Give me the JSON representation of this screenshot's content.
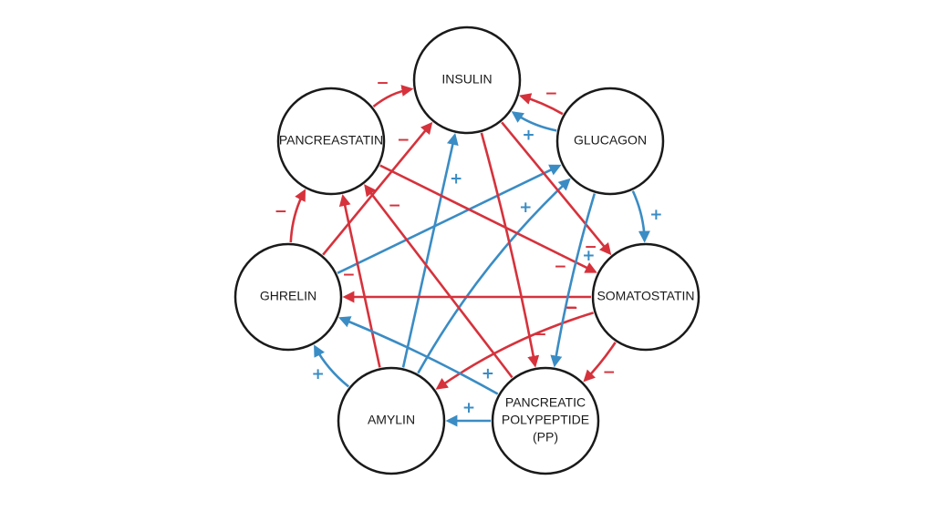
{
  "colors": {
    "inhibit": "#d6323c",
    "stimulate": "#3a8cc4",
    "node_stroke": "#1a1a1a"
  },
  "nodes": [
    {
      "id": "insulin",
      "lines": [
        "INSULIN"
      ]
    },
    {
      "id": "glucagon",
      "lines": [
        "GLUCAGON"
      ]
    },
    {
      "id": "somatostatin",
      "lines": [
        "SOMATOSTATIN"
      ]
    },
    {
      "id": "pp",
      "lines": [
        "PANCREATIC",
        "POLYPEPTIDE",
        "(PP)"
      ]
    },
    {
      "id": "amylin",
      "lines": [
        "AMYLIN"
      ]
    },
    {
      "id": "ghrelin",
      "lines": [
        "GHRELIN"
      ]
    },
    {
      "id": "pancreastatin",
      "lines": [
        "PANCREASTATIN"
      ]
    }
  ],
  "edges": [
    {
      "from": "pancreastatin",
      "to": "insulin",
      "sign": "−",
      "type": "inhibit"
    },
    {
      "from": "ghrelin",
      "to": "pancreastatin",
      "sign": "−",
      "type": "inhibit"
    },
    {
      "from": "glucagon",
      "to": "insulin",
      "sign": "+",
      "type": "stimulate"
    },
    {
      "from": "glucagon",
      "to": "insulin",
      "sign": "−",
      "type": "inhibit"
    },
    {
      "from": "glucagon",
      "to": "somatostatin",
      "sign": "+",
      "type": "stimulate"
    },
    {
      "from": "ghrelin",
      "to": "insulin",
      "sign": "−",
      "type": "inhibit"
    },
    {
      "from": "ghrelin",
      "to": "glucagon",
      "sign": "",
      "type": "stimulate"
    },
    {
      "from": "amylin",
      "to": "insulin",
      "sign": "+",
      "type": "stimulate"
    },
    {
      "from": "amylin",
      "to": "glucagon",
      "sign": "+",
      "type": "stimulate"
    },
    {
      "from": "amylin",
      "to": "pancreastatin",
      "sign": "−",
      "type": "inhibit"
    },
    {
      "from": "amylin",
      "to": "ghrelin",
      "sign": "+",
      "type": "stimulate"
    },
    {
      "from": "insulin",
      "to": "somatostatin",
      "sign": "−",
      "type": "inhibit"
    },
    {
      "from": "insulin",
      "to": "pp",
      "sign": "−",
      "type": "inhibit"
    },
    {
      "from": "pancreastatin",
      "to": "somatostatin",
      "sign": "−",
      "type": "inhibit"
    },
    {
      "from": "somatostatin",
      "to": "ghrelin",
      "sign": "−",
      "type": "inhibit"
    },
    {
      "from": "somatostatin",
      "to": "amylin",
      "sign": "−",
      "type": "inhibit"
    },
    {
      "from": "somatostatin",
      "to": "pp",
      "sign": "−",
      "type": "inhibit"
    },
    {
      "from": "glucagon",
      "to": "pp",
      "sign": "+",
      "type": "stimulate"
    },
    {
      "from": "pp",
      "to": "pancreastatin",
      "sign": "−",
      "type": "inhibit"
    },
    {
      "from": "pp",
      "to": "ghrelin",
      "sign": "+",
      "type": "stimulate"
    },
    {
      "from": "pp",
      "to": "amylin",
      "sign": "+",
      "type": "stimulate"
    }
  ]
}
